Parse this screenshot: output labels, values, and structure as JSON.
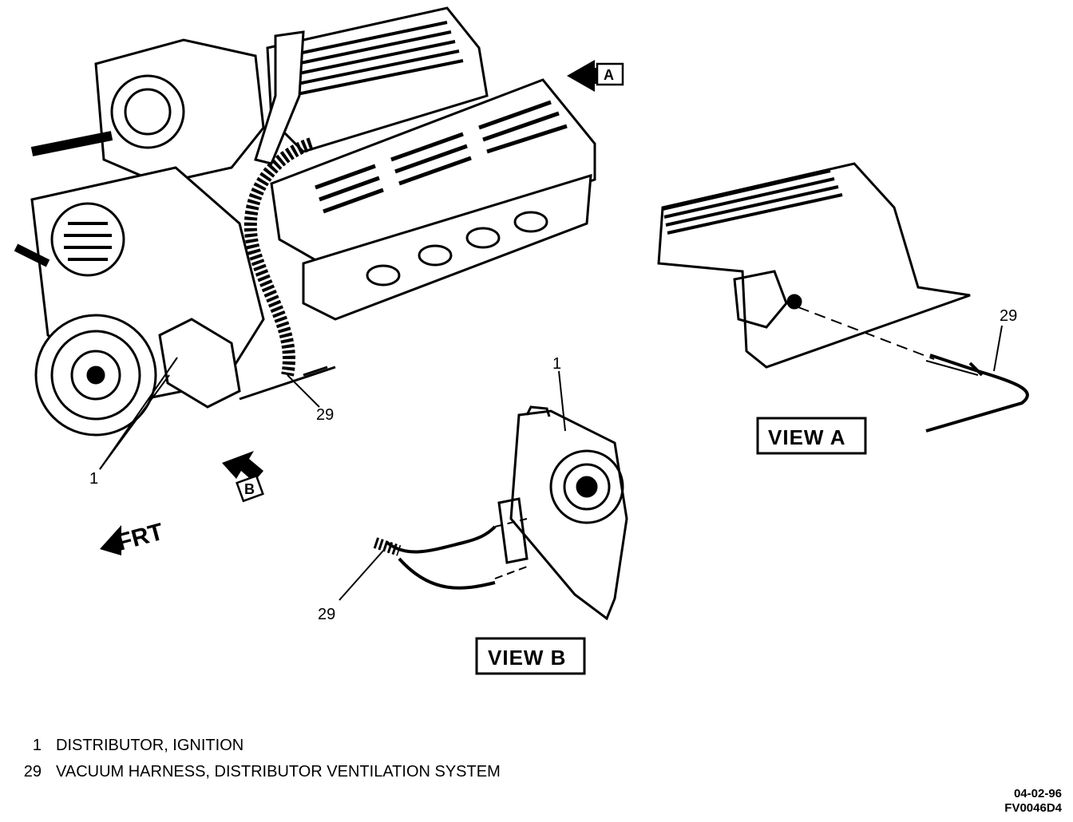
{
  "callouts": {
    "engine_distributor": "1",
    "engine_harness": "29",
    "view_b_distributor": "1",
    "view_b_harness": "29",
    "view_a_harness": "29"
  },
  "views": {
    "view_a": "VIEW A",
    "view_b": "VIEW B"
  },
  "arrows": {
    "a": "A",
    "b": "B",
    "front": "FRT"
  },
  "legend": [
    {
      "num": "1",
      "text": "DISTRIBUTOR, IGNITION"
    },
    {
      "num": "29",
      "text": "VACUUM HARNESS, DISTRIBUTOR VENTILATION SYSTEM"
    }
  ],
  "figure_code": {
    "date": "04-02-96",
    "id": "FV0046D4"
  }
}
